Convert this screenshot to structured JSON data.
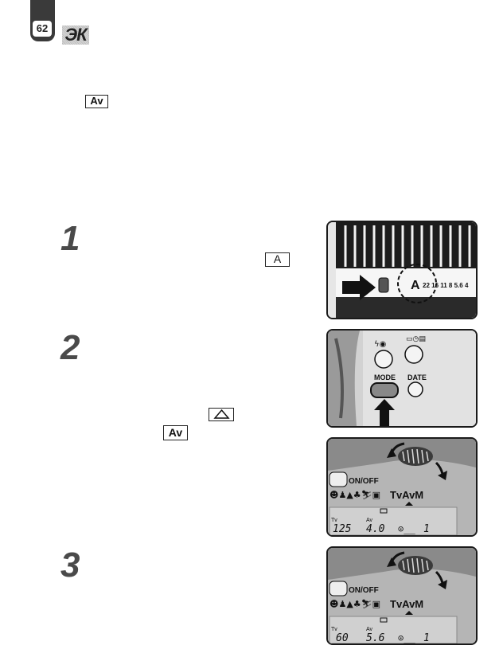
{
  "page": {
    "number": "62",
    "section_code": "ЭК"
  },
  "symbols": {
    "av_intro": "Av",
    "aperture_a": "A",
    "mode_up_icon": "triangle-up-icon",
    "av_step2": "Av"
  },
  "steps": [
    {
      "number": "1"
    },
    {
      "number": "2"
    },
    {
      "number": "3"
    }
  ],
  "photo_lens": {
    "aperture_mark": "A",
    "aperture_scale": "22 16 11 8 5.6 4"
  },
  "photo_buttons": {
    "mode_label": "MODE",
    "date_label": "DATE"
  },
  "lcd_a": {
    "onoff": "ON/OFF",
    "modes": "TvAvM",
    "tv_label": "Tv",
    "tv_value": "125",
    "av_label": "Av",
    "av_value": "4.0",
    "counter": "1"
  },
  "lcd_b": {
    "onoff": "ON/OFF",
    "modes": "TvAvM",
    "tv_label": "Tv",
    "tv_value": "60",
    "av_label": "Av",
    "av_value": "5.6",
    "counter": "1"
  }
}
